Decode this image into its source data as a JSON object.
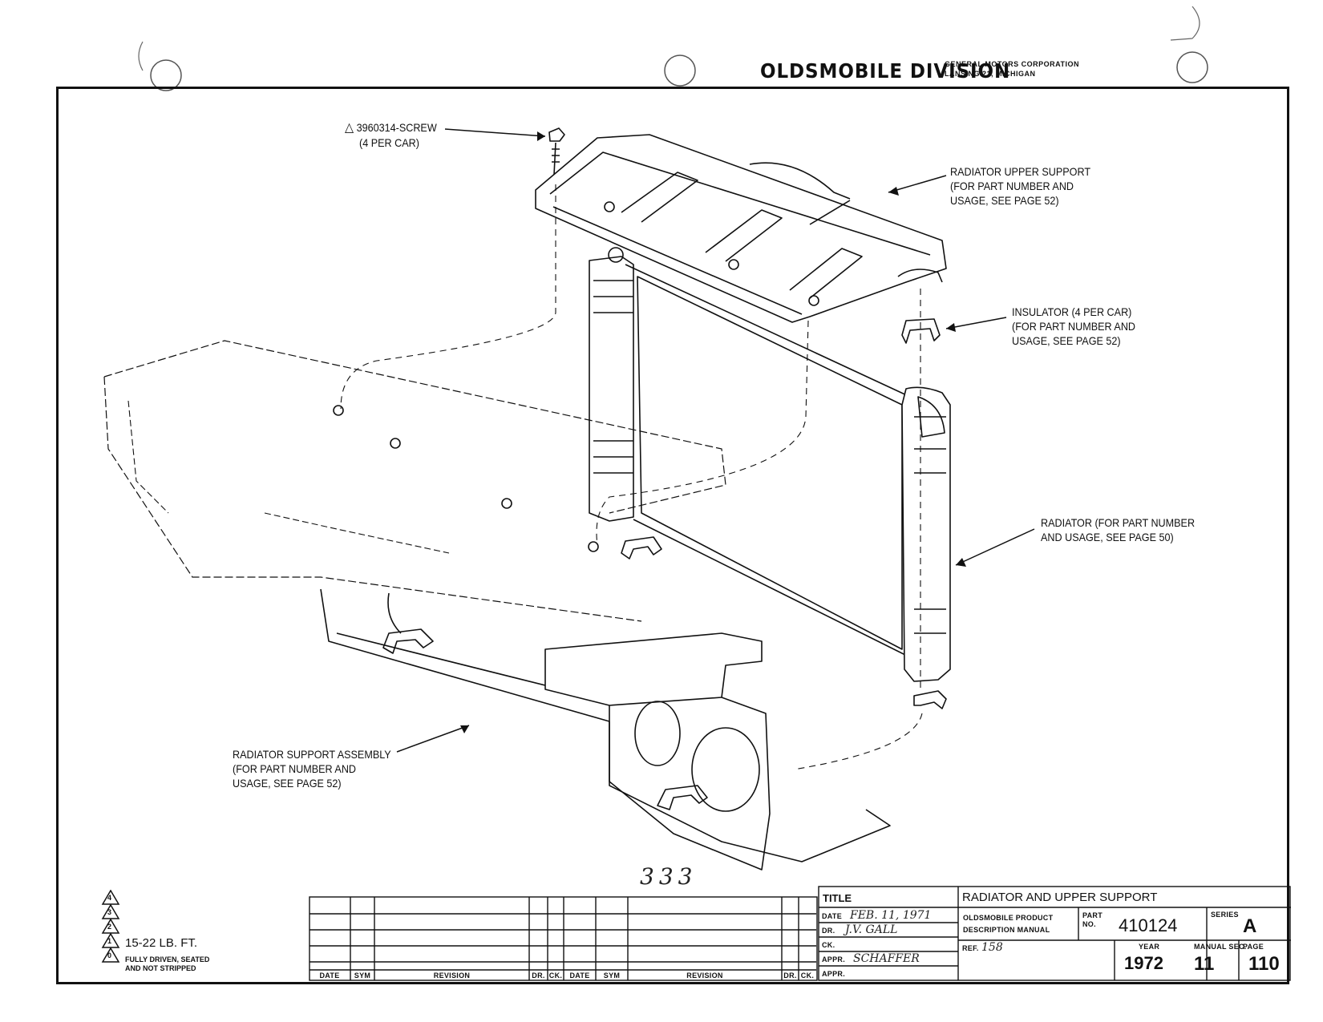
{
  "header": {
    "division": "OLDSMOBILE DIVISION",
    "corporation": "GENERAL MOTORS CORPORATION",
    "location": "LANSING 21, MICHIGAN"
  },
  "callouts": {
    "screw": {
      "line1": "3960314-SCREW",
      "line2": "(4 PER CAR)"
    },
    "upper_support": {
      "line1": "RADIATOR UPPER SUPPORT",
      "line2": "(FOR PART NUMBER AND",
      "line3": "USAGE, SEE PAGE 52)"
    },
    "insulator": {
      "line1": "INSULATOR (4 PER CAR)",
      "line2": "(FOR PART NUMBER AND",
      "line3": "USAGE, SEE PAGE 52)"
    },
    "radiator": {
      "line1": "RADIATOR (FOR PART NUMBER",
      "line2": "AND USAGE, SEE PAGE 50)"
    },
    "support_assembly": {
      "line1": "RADIATOR SUPPORT ASSEMBLY",
      "line2": "(FOR PART NUMBER AND",
      "line3": "USAGE, SEE PAGE 52)"
    }
  },
  "handwritten_number": "333",
  "legend": {
    "marks": [
      "4",
      "3",
      "2",
      "1",
      "0"
    ],
    "torque": "15-22 LB. FT.",
    "note_line1": "FULLY DRIVEN, SEATED",
    "note_line2": "AND NOT STRIPPED"
  },
  "revision_block": {
    "columns": [
      "DATE",
      "SYM",
      "REVISION",
      "DR.",
      "CK.",
      "DATE",
      "SYM",
      "REVISION",
      "DR.",
      "CK."
    ]
  },
  "title_block": {
    "title_label": "TITLE",
    "title": "RADIATOR AND UPPER SUPPORT",
    "date_label": "DATE",
    "date": "FEB. 11, 1971",
    "dr_label": "DR.",
    "dr": "J.V. GALL",
    "ck_label": "CK.",
    "appr_label": "APPR.",
    "appr2_label": "APPR.",
    "appr_sig": "SCHAFFER",
    "manual_line1": "OLDSMOBILE PRODUCT",
    "manual_line2": "DESCRIPTION MANUAL",
    "ref_label": "REF.",
    "ref": "158",
    "part_label": "PART NO.",
    "part": "410124",
    "series_label": "SERIES",
    "series": "A",
    "year_label": "YEAR",
    "year": "1972",
    "manual_sec_label": "MANUAL SEC.",
    "manual_sec": "11",
    "page_label": "PAGE",
    "page": "110"
  }
}
